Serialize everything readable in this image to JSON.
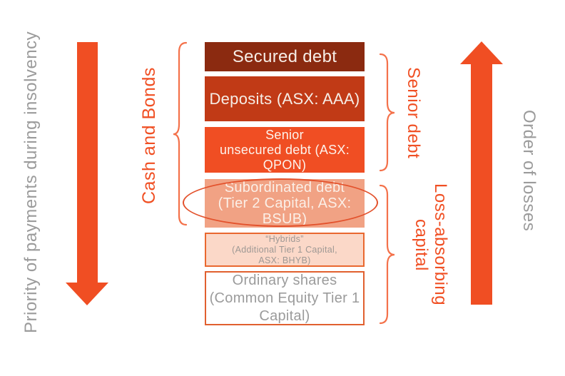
{
  "diagram": {
    "left_axis_label": "Priority of payments during insolvency",
    "right_axis_label": "Order of losses",
    "groups": {
      "cash_and_bonds": "Cash and Bonds",
      "senior_debt": "Senior debt",
      "loss_absorbing_line1": "Loss-absorbing",
      "loss_absorbing_line2": "capital"
    },
    "boxes": [
      {
        "name": "secured-debt",
        "fill": "#8B2A10",
        "text_color": "#F6EDE6",
        "lines": [
          "Secured debt"
        ]
      },
      {
        "name": "deposits",
        "fill": "#C13A16",
        "text_color": "#F6EDE6",
        "lines": [
          "Deposits (ASX: AAA)"
        ]
      },
      {
        "name": "senior-unsecured-debt",
        "fill": "#F04E23",
        "text_color": "#FDF3EC",
        "lines": [
          "Senior",
          "unsecured debt (ASX:",
          "QPON)"
        ]
      },
      {
        "name": "subordinated-debt",
        "fill": "#F1A284",
        "text_color": "#FBEFE7",
        "lines": [
          "Subordinated debt",
          "(Tier 2 Capital, ASX:",
          "BSUB)"
        ]
      },
      {
        "name": "hybrids",
        "fill": "#FBD8C8",
        "border": "#E9682F",
        "text_color": "#9E9894",
        "lines": [
          "“Hybrids”",
          "(Additional Tier 1 Capital,",
          "ASX: BHYB)"
        ]
      },
      {
        "name": "ordinary-shares",
        "fill": "#FFFFFF",
        "border": "#E1602F",
        "text_color": "#9B9B9B",
        "lines": [
          "Ordinary shares",
          "(Common Equity Tier 1",
          "Capital)"
        ]
      }
    ],
    "colors": {
      "accent_orange": "#F04E23",
      "brace_orange": "#F4714A",
      "ellipse_orange": "#E3512B",
      "gray_text": "#9B9B9B"
    }
  }
}
